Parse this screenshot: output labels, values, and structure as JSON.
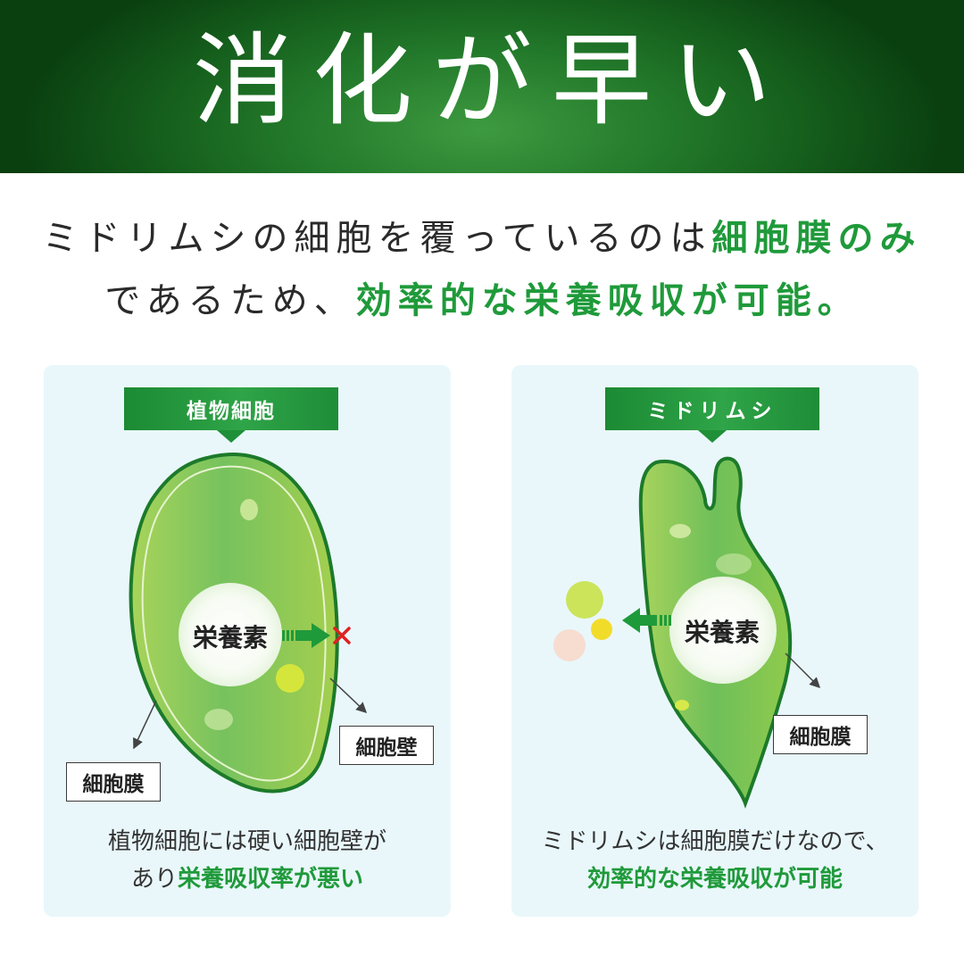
{
  "header": {
    "title": "消化が早い"
  },
  "intro": {
    "line1_plain": "ミドリムシの細胞を覆っているのは",
    "line1_highlight": "細胞膜のみ",
    "line2_plain": "であるため、",
    "line2_highlight": "効率的な栄養吸収が可能。"
  },
  "left_card": {
    "title": "植物細胞",
    "nutrient_label": "栄養素",
    "wall_label": "細胞壁",
    "membrane_label": "細胞膜",
    "caption_line1": "植物細胞には硬い細胞壁が",
    "caption_line2_plain": "あり",
    "caption_line2_highlight": "栄養吸収率が悪い"
  },
  "right_card": {
    "title": "ミドリムシ",
    "nutrient_label": "栄養素",
    "membrane_label": "細胞膜",
    "caption_line1": "ミドリムシは細胞膜だけなので、",
    "caption_line2_highlight": "効率的な栄養吸収が可能"
  },
  "colors": {
    "header_green": "#155e1c",
    "accent_green": "#1f9a3a",
    "card_background": "#e9f7fb",
    "blocked_mark": "#e02020"
  }
}
